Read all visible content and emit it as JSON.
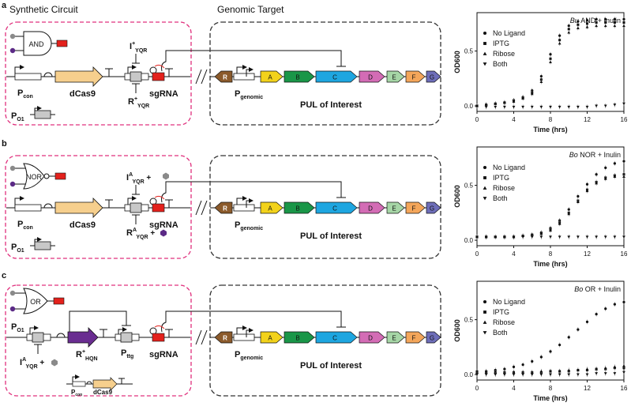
{
  "headers": {
    "left": "Synthetic Circuit",
    "mid": "Genomic Target"
  },
  "colors": {
    "pink": "#e0307d",
    "dcas9": "#f6cf8d",
    "sgrna": "#e3211c",
    "gray_box": "#c8c8c8",
    "ligand_gray": "#8a8a8a",
    "ligand_purple": "#5b2a86",
    "gene_R": "#8b5a2b",
    "gene_A": "#f2d21b",
    "gene_B": "#1a9648",
    "gene_C": "#1ea6e0",
    "gene_D": "#d36cb5",
    "gene_E": "#a6d6a6",
    "gene_F": "#f4a65a",
    "gene_G": "#6e6eb9",
    "repressor_purple": "#6a2d91"
  },
  "genes": [
    "R",
    "A",
    "B",
    "C",
    "D",
    "E",
    "F",
    "G"
  ],
  "panels": [
    {
      "letter": "a",
      "gate": "AND",
      "labels": {
        "p_con": "P",
        "p_con_sub": "con",
        "dcas9": "dCas9",
        "sgrna": "sgRNA",
        "p_o1": "P",
        "p_o1_sub": "O1",
        "inducer_top": "I",
        "inducer_top_sup": "+",
        "inducer_top_sub": "YQR",
        "inducer_bot": "R",
        "inducer_bot_sup": "+",
        "inducer_bot_sub": "YQR",
        "p_genomic": "P",
        "p_genomic_sub": "genomic",
        "pul": "PUL of Interest"
      },
      "chart_data": {
        "type": "scatter",
        "title_italic": "Bu",
        "title": "AND + Inulin",
        "xlabel": "Time (hrs)",
        "ylabel": "OD600",
        "xlim": [
          0,
          16
        ],
        "ylim": [
          -0.05,
          0.85
        ],
        "xticks": [
          0,
          4,
          8,
          12,
          16
        ],
        "yticks": [
          0.0,
          0.5
        ],
        "x": [
          0,
          1,
          2,
          3,
          4,
          5,
          6,
          7,
          8,
          9,
          10,
          11,
          12,
          13,
          14,
          15,
          16
        ],
        "series": [
          {
            "name": "No Ligand",
            "marker": "circle",
            "values": [
              0.0,
              0.01,
              0.02,
              0.03,
              0.05,
              0.08,
              0.14,
              0.27,
              0.47,
              0.64,
              0.73,
              0.77,
              0.78,
              0.79,
              0.79,
              0.79,
              0.79
            ]
          },
          {
            "name": "IPTG",
            "marker": "square",
            "values": [
              0.0,
              0.01,
              0.02,
              0.03,
              0.05,
              0.07,
              0.12,
              0.24,
              0.43,
              0.6,
              0.7,
              0.74,
              0.75,
              0.76,
              0.76,
              0.76,
              0.76
            ]
          },
          {
            "name": "Ribose",
            "marker": "triangle-up",
            "values": [
              0.0,
              0.01,
              0.02,
              0.03,
              0.04,
              0.07,
              0.11,
              0.22,
              0.4,
              0.57,
              0.67,
              0.71,
              0.72,
              0.73,
              0.73,
              0.73,
              0.73
            ]
          },
          {
            "name": "Both",
            "marker": "triangle-down",
            "values": [
              0.0,
              -0.01,
              -0.01,
              -0.01,
              -0.01,
              -0.01,
              -0.01,
              -0.01,
              -0.01,
              -0.01,
              -0.01,
              -0.01,
              -0.01,
              0.0,
              0.0,
              0.01,
              0.02
            ]
          }
        ]
      }
    },
    {
      "letter": "b",
      "gate": "NOR",
      "labels": {
        "p_con": "P",
        "p_con_sub": "con",
        "dcas9": "dCas9",
        "sgrna": "sgRNA",
        "p_o1": "P",
        "p_o1_sub": "O1",
        "inducer_top": "I",
        "inducer_top_sup": "A",
        "inducer_top_sub": "YQR",
        "inducer_bot": "R",
        "inducer_bot_sup": "A",
        "inducer_bot_sub": "YQR",
        "p_genomic": "P",
        "p_genomic_sub": "genomic",
        "pul": "PUL of Interest"
      },
      "chart_data": {
        "type": "scatter",
        "title_italic": "Bo",
        "title": "NOR + Inulin",
        "xlabel": "Time (hrs)",
        "ylabel": "OD600",
        "xlim": [
          0,
          16
        ],
        "ylim": [
          -0.05,
          0.85
        ],
        "xticks": [
          0,
          4,
          8,
          12,
          16
        ],
        "yticks": [
          0.0,
          0.5
        ],
        "x": [
          0,
          1,
          2,
          3,
          4,
          5,
          6,
          7,
          8,
          9,
          10,
          11,
          12,
          13,
          14,
          15,
          16
        ],
        "series": [
          {
            "name": "No Ligand",
            "marker": "circle",
            "values": [
              0.03,
              0.03,
              0.03,
              0.03,
              0.03,
              0.04,
              0.05,
              0.07,
              0.11,
              0.18,
              0.28,
              0.4,
              0.51,
              0.6,
              0.66,
              0.7,
              0.72
            ]
          },
          {
            "name": "IPTG",
            "marker": "square",
            "values": [
              0.03,
              0.03,
              0.03,
              0.03,
              0.03,
              0.04,
              0.05,
              0.06,
              0.1,
              0.16,
              0.25,
              0.36,
              0.46,
              0.53,
              0.57,
              0.59,
              0.6
            ]
          },
          {
            "name": "Ribose",
            "marker": "triangle-up",
            "values": [
              0.03,
              0.03,
              0.03,
              0.03,
              0.03,
              0.04,
              0.05,
              0.06,
              0.09,
              0.15,
              0.24,
              0.35,
              0.45,
              0.52,
              0.56,
              0.58,
              0.58
            ]
          },
          {
            "name": "Both",
            "marker": "triangle-down",
            "values": [
              0.03,
              0.03,
              0.03,
              0.03,
              0.03,
              0.03,
              0.03,
              0.03,
              0.03,
              0.03,
              0.03,
              0.03,
              0.03,
              0.03,
              0.03,
              0.03,
              0.03
            ]
          }
        ]
      }
    },
    {
      "letter": "c",
      "gate": "OR",
      "labels": {
        "p_o1": "P",
        "p_o1_sub": "O1",
        "repressor": "R",
        "repressor_sup": "+",
        "repressor_sub": "HQN",
        "p_ttg": "P",
        "p_ttg_sub": "ttg",
        "sgrna": "sgRNA",
        "inducer": "I",
        "inducer_sup": "A",
        "inducer_sub": "YQR",
        "p_con": "P",
        "p_con_sub": "con",
        "dcas9": "dCas9",
        "p_genomic": "P",
        "p_genomic_sub": "genomic",
        "pul": "PUL of Interest"
      },
      "chart_data": {
        "type": "scatter",
        "title_italic": "Bo",
        "title": "OR + Inulin",
        "xlabel": "Time (hrs)",
        "ylabel": "OD600",
        "xlim": [
          0,
          16
        ],
        "ylim": [
          -0.05,
          0.85
        ],
        "xticks": [
          0,
          4,
          8,
          12,
          16
        ],
        "yticks": [
          0.0,
          0.5
        ],
        "x": [
          0,
          1,
          2,
          3,
          4,
          5,
          6,
          7,
          8,
          9,
          10,
          11,
          12,
          13,
          14,
          15,
          16
        ],
        "series": [
          {
            "name": "No Ligand",
            "marker": "circle",
            "values": [
              0.03,
              0.03,
              0.04,
              0.05,
              0.07,
              0.09,
              0.12,
              0.16,
              0.21,
              0.27,
              0.34,
              0.41,
              0.48,
              0.55,
              0.6,
              0.64,
              0.66
            ]
          },
          {
            "name": "IPTG",
            "marker": "square",
            "values": [
              0.02,
              0.02,
              0.02,
              0.02,
              0.02,
              0.02,
              0.02,
              0.02,
              0.03,
              0.03,
              0.03,
              0.04,
              0.04,
              0.05,
              0.05,
              0.06,
              0.06
            ]
          },
          {
            "name": "Ribose",
            "marker": "triangle-up",
            "values": [
              0.02,
              0.02,
              0.02,
              0.02,
              0.02,
              0.02,
              0.02,
              0.03,
              0.03,
              0.03,
              0.04,
              0.04,
              0.05,
              0.05,
              0.06,
              0.07,
              0.08
            ]
          },
          {
            "name": "Both",
            "marker": "triangle-down",
            "values": [
              0.0,
              0.0,
              0.0,
              0.0,
              0.0,
              0.0,
              0.0,
              0.0,
              0.0,
              0.0,
              0.0,
              0.0,
              0.0,
              0.01,
              0.01,
              0.01,
              0.02
            ]
          }
        ]
      }
    }
  ]
}
